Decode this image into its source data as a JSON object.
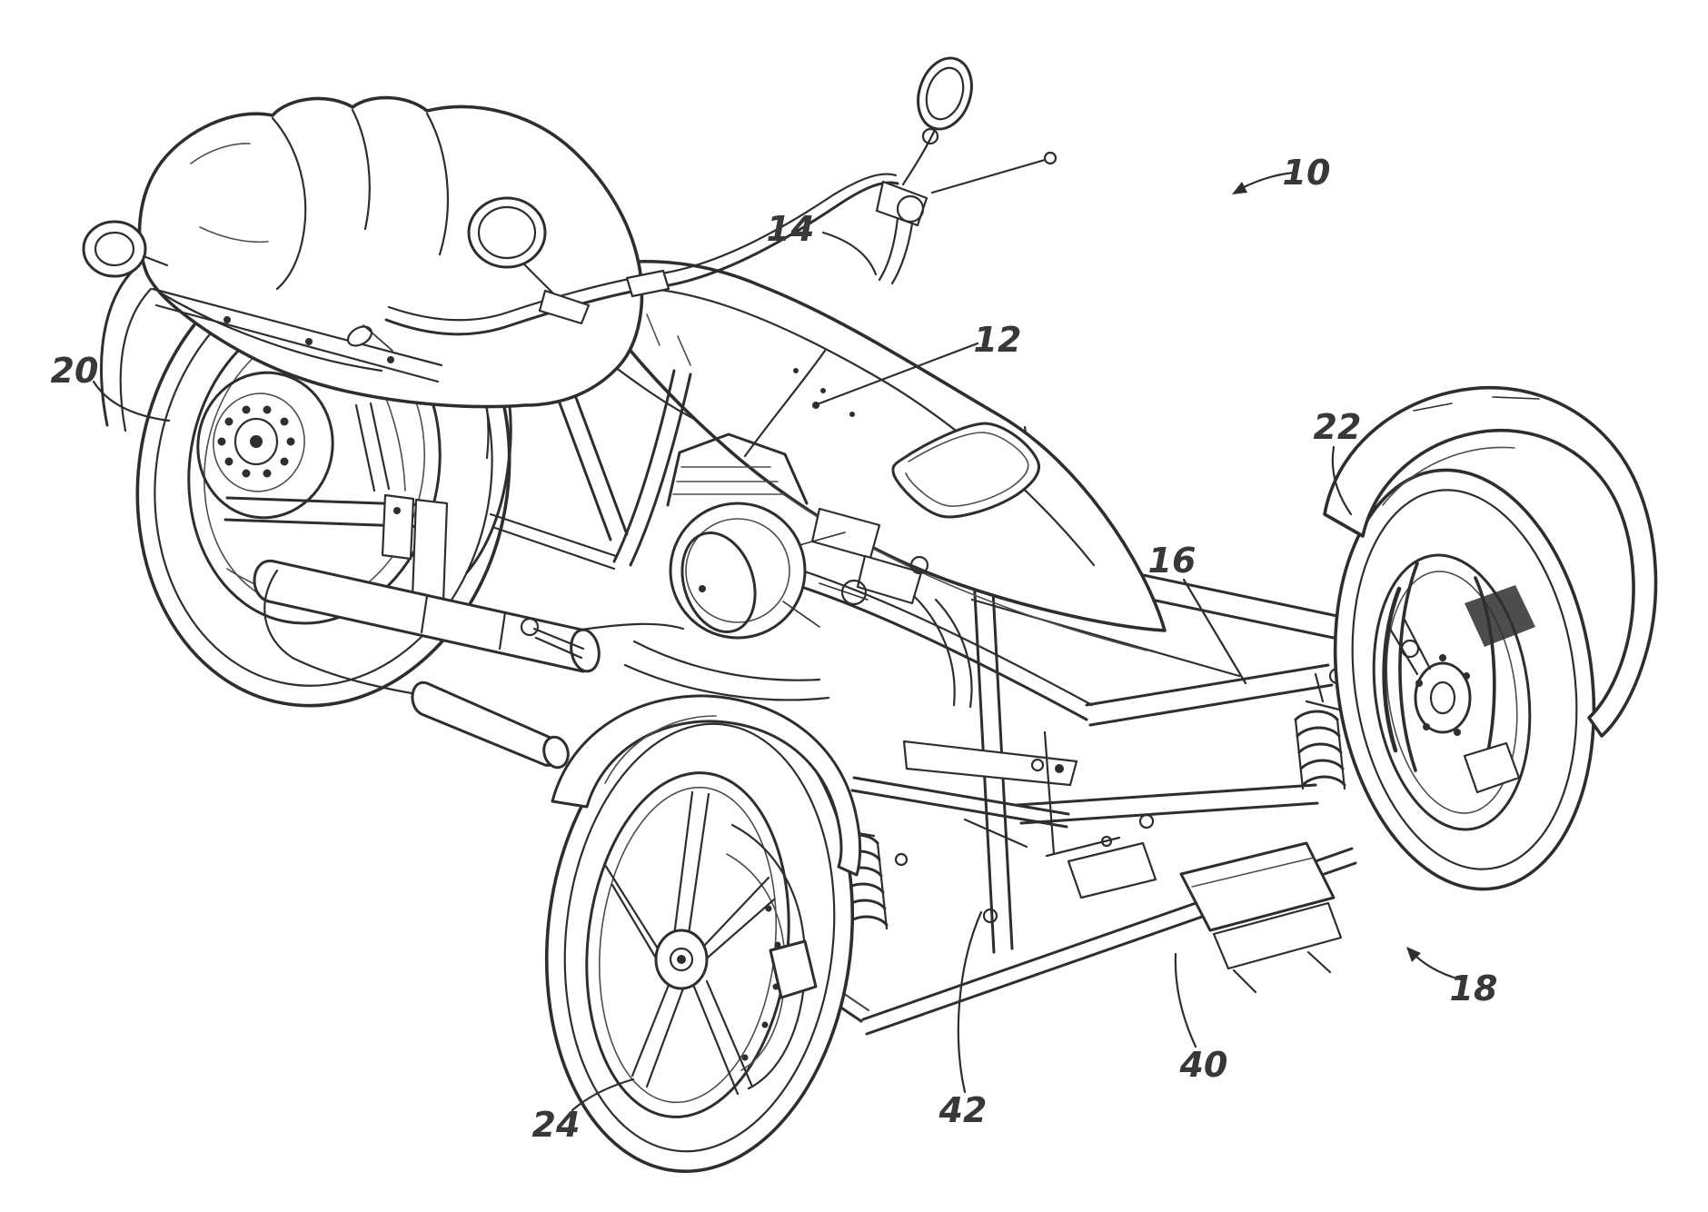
{
  "figure": {
    "type": "patent-line-drawing",
    "subject": "three-wheeled motorcycle with two front wheels and one rear wheel, perspective view",
    "background_color": "#ffffff",
    "ink_color": "#2e2e2e",
    "labels": {
      "n10": "10",
      "n12": "12",
      "n14": "14",
      "n16": "16",
      "n18": "18",
      "n20": "20",
      "n22": "22",
      "n24": "24",
      "n40": "40",
      "n42": "42"
    }
  }
}
